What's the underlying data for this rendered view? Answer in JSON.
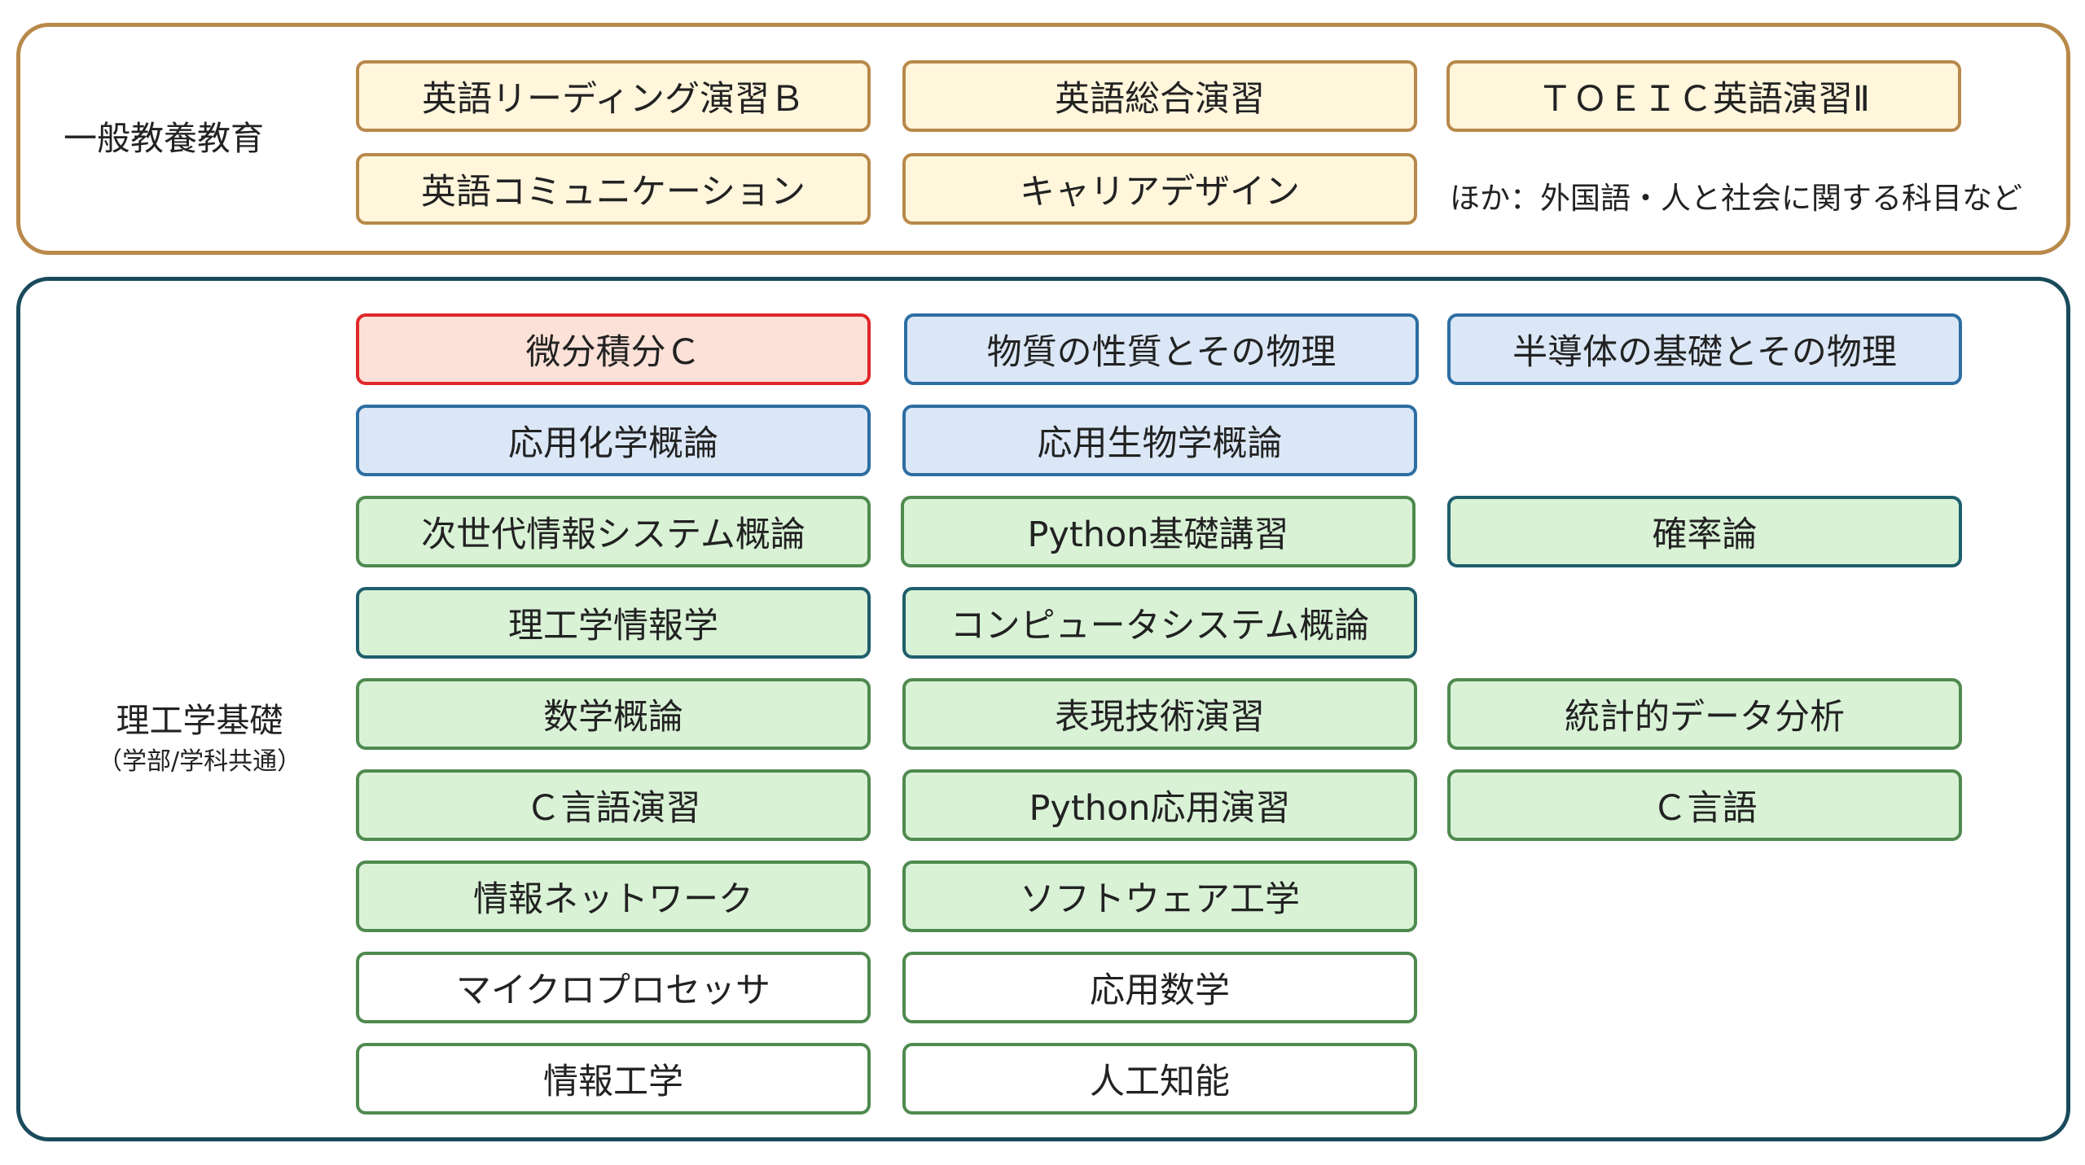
{
  "general": {
    "label": "一般教養教育",
    "courses": [
      "英語リーディング演習Ｂ",
      "英語総合演習",
      "ＴＯＥＩＣ英語演習Ⅱ",
      "英語コミュニケーション",
      "キャリアデザイン"
    ],
    "note": "ほか：外国語・人と社会に関する科目など"
  },
  "science": {
    "label": "理工学基礎",
    "sublabel": "（学部/学科共通）",
    "courses": [
      "微分積分Ｃ",
      "物質の性質とその物理",
      "半導体の基礎とその物理",
      "応用化学概論",
      "応用生物学概論",
      "次世代情報システム概論",
      "Python基礎講習",
      "確率論",
      "理工学情報学",
      "コンピュータシステム概論",
      "数学概論",
      "表現技術演習",
      "統計的データ分析",
      "Ｃ言語演習",
      "Python応用演習",
      "Ｃ言語",
      "情報ネットワーク",
      "ソフトウェア工学",
      "マイクロプロセッサ",
      "応用数学",
      "情報工学",
      "人工知能"
    ]
  },
  "colors": {
    "general_border": "#b8894a",
    "general_fill": "#fff6dc",
    "science_border": "#1a4a5c",
    "math_fill": "#fbe1d8",
    "math_border": "#e0282a",
    "physics_fill": "#dbe7f6",
    "physics_border": "#2d6ea3",
    "info_fill": "#d9f2d6",
    "info_border": "#4f8a4f"
  }
}
